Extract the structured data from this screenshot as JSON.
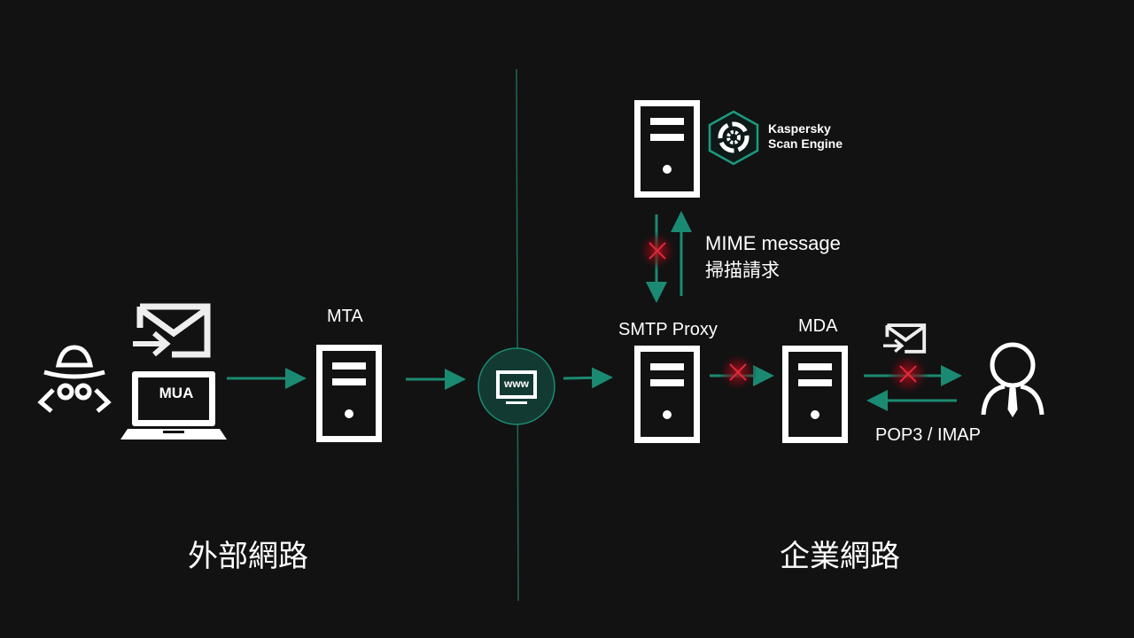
{
  "labels": {
    "mua": "MUA",
    "mta": "MTA",
    "smtp_proxy": "SMTP Proxy",
    "mda": "MDA",
    "www": "www",
    "mime_message": "MIME message",
    "scan_request": "掃描請求",
    "pop3_imap": "POP3 / IMAP",
    "external_network": "外部網路",
    "enterprise_network": "企業網路"
  },
  "kaspersky": {
    "line1": "Kaspersky",
    "line2": "Scan Engine"
  },
  "colors": {
    "background": "#121212",
    "accent": "#1b8a72",
    "blocked": "#e0283a"
  }
}
